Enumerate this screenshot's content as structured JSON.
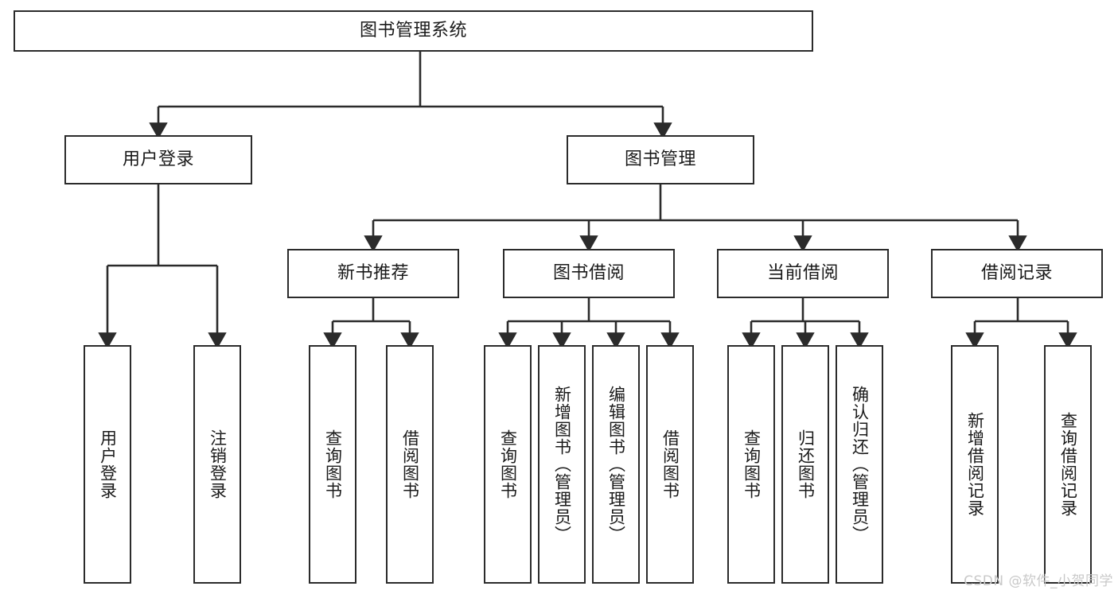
{
  "diagram": {
    "title": "图书管理系统",
    "type": "tree-hierarchy-chart",
    "colors": {
      "stroke": "#2b2b2b",
      "fill": "#ffffff",
      "text": "#1a1a1a",
      "watermark": "#c9c9c9"
    },
    "root": {
      "label": "图书管理系统"
    },
    "level2": [
      {
        "label": "用户登录"
      },
      {
        "label": "图书管理"
      }
    ],
    "level3": [
      {
        "label": "新书推荐"
      },
      {
        "label": "图书借阅"
      },
      {
        "label": "当前借阅"
      },
      {
        "label": "借阅记录"
      }
    ],
    "leaves": {
      "user_login": [
        {
          "label": "用户登录"
        },
        {
          "label": "注销登录"
        }
      ],
      "new_book_recommend": [
        {
          "label": "查询图书"
        },
        {
          "label": "借阅图书"
        }
      ],
      "book_borrow": [
        {
          "label": "查询图书"
        },
        {
          "label": "新增图书（管理员）"
        },
        {
          "label": "编辑图书（管理员）"
        },
        {
          "label": "借阅图书"
        }
      ],
      "current_borrow": [
        {
          "label": "查询图书"
        },
        {
          "label": "归还图书"
        },
        {
          "label": "确认归还（管理员）"
        }
      ],
      "borrow_record": [
        {
          "label": "新增借阅记录"
        },
        {
          "label": "查询借阅记录"
        }
      ]
    }
  },
  "watermark": {
    "text": "CSDN @软件_小贺同学"
  }
}
